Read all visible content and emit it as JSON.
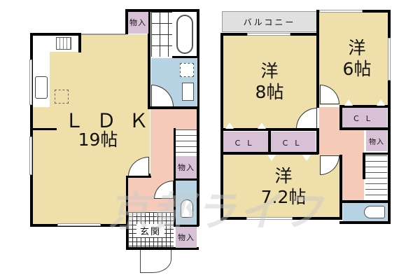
{
  "colors": {
    "ldk": "#efdfaa",
    "western_room": "#efdfaa",
    "storage": "#d8c0d6",
    "closet": "#d8c0d6",
    "wet_area": "#b8d4e4",
    "hallway": "#f6cab8",
    "balcony": "#e0e0e0",
    "wall": "#000000"
  },
  "floor1": {
    "ldk": {
      "name": "ＬＤＫ",
      "size": "19帖"
    },
    "storage_top": "物入",
    "storage_mid": "物入",
    "storage_bottom": "物入",
    "entrance": "玄関"
  },
  "floor2": {
    "balcony": "バルコニー",
    "room_8": {
      "name": "洋",
      "size": "8帖"
    },
    "room_6": {
      "name": "洋",
      "size": "6帖"
    },
    "room_72": {
      "name": "洋",
      "size": "7.2帖"
    },
    "closet_a": "ＣＬ",
    "closet_b": "ＣＬ",
    "closet_c": "ＣＬ",
    "storage": "物入"
  },
  "watermark": "京都ライフ"
}
